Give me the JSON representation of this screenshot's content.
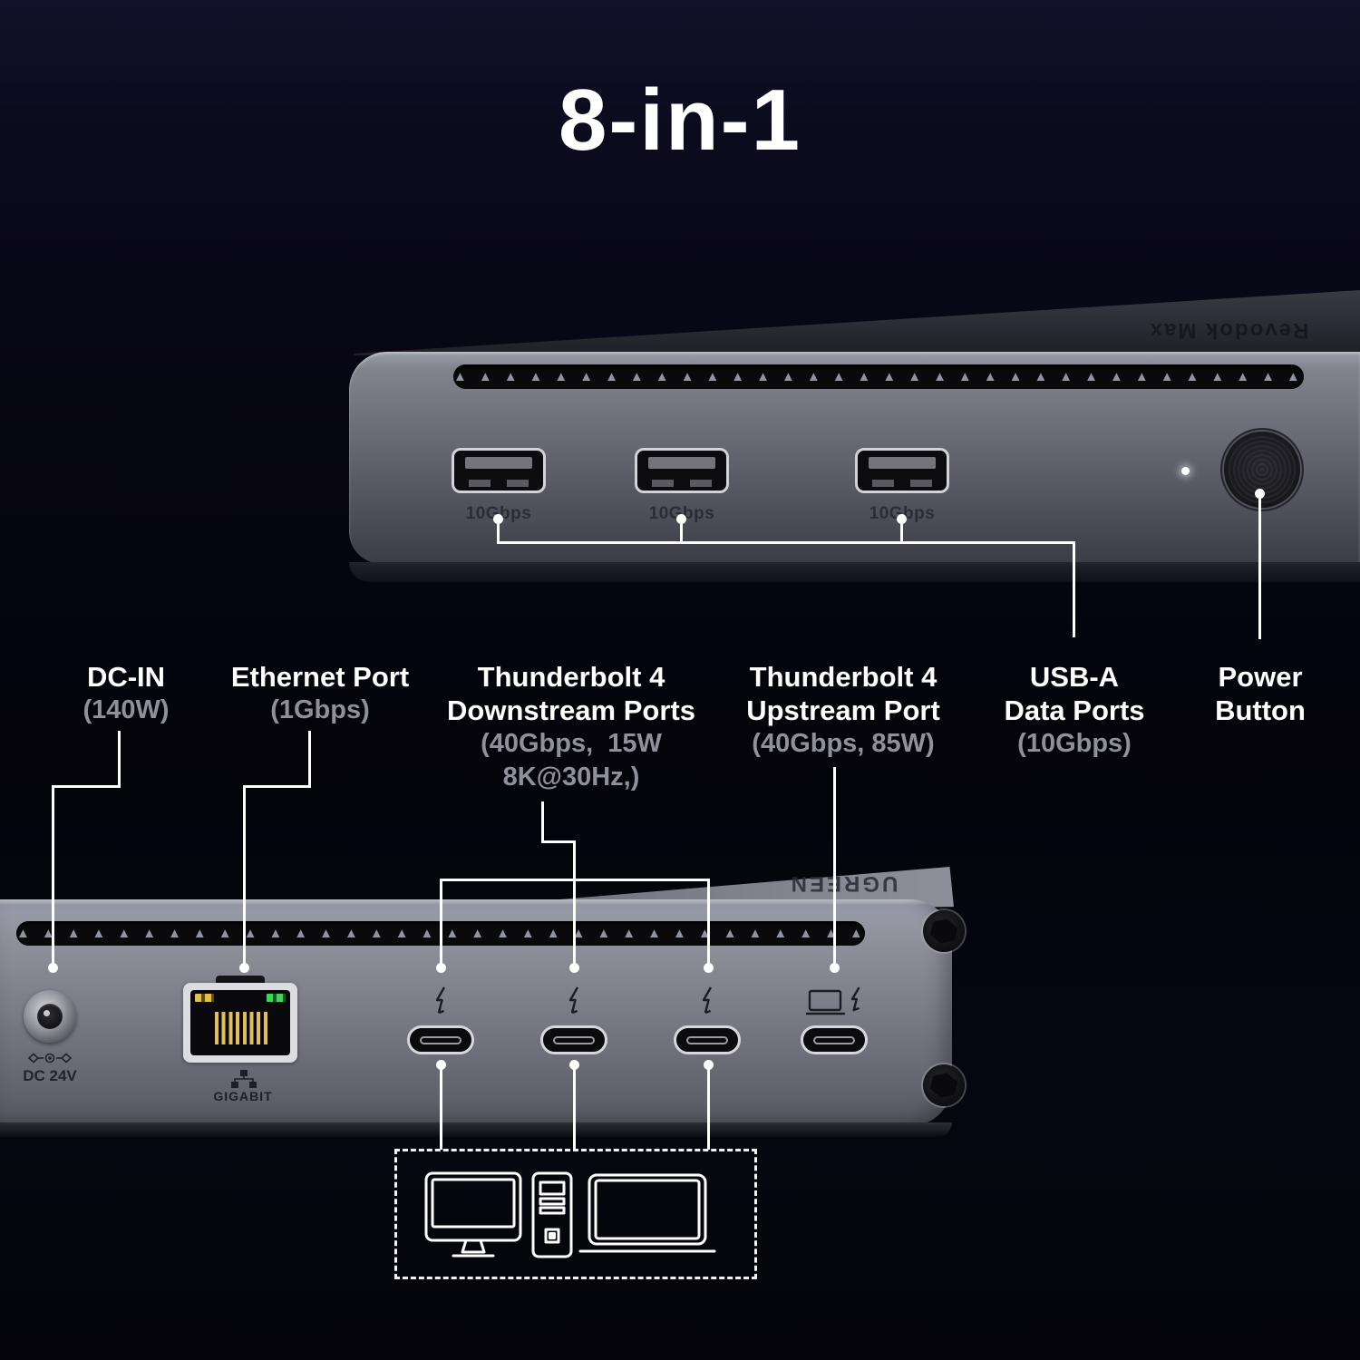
{
  "title": "8-in-1",
  "top_dock": {
    "engraving": "Revodok Max",
    "usb_ports": [
      {
        "label": "10Gbps"
      },
      {
        "label": "10Gbps"
      },
      {
        "label": "10Gbps"
      }
    ]
  },
  "bottom_dock": {
    "engraving": "UGREEN",
    "dc_port_label": "DC 24V",
    "ethernet_label": "GIGABIT"
  },
  "callouts": {
    "dc": {
      "title": "DC-IN",
      "spec": "(140W)"
    },
    "ethernet": {
      "title": "Ethernet Port",
      "spec": "(1Gbps)"
    },
    "tb_down": {
      "title": "Thunderbolt 4",
      "subtitle": "Downstream Ports",
      "spec1": "(40Gbps,  15W",
      "spec2": "8K@30Hz,)"
    },
    "tb_up": {
      "title": "Thunderbolt 4",
      "subtitle": "Upstream Port",
      "spec": "(40Gbps, 85W)"
    },
    "usba": {
      "title": "USB-A",
      "subtitle": "Data Ports",
      "spec": "(10Gbps)"
    },
    "power": {
      "title": "Power",
      "subtitle": "Button"
    }
  },
  "icons": {
    "thunderbolt": "thunderbolt-bolt-arrow",
    "upstream": "laptop-with-bolt",
    "connect_devices": [
      "monitor",
      "desktop-tower",
      "laptop"
    ]
  },
  "colors": {
    "background_top": "#12112a",
    "background_mid": "#04040a",
    "dock_gray": "#8b8b95",
    "leader_line": "#ffffff",
    "spec_text_gray": "#90909a",
    "ethernet_led_yellow": "#e4c04a",
    "ethernet_led_green": "#43d457",
    "pin_gold": "#e0bd60",
    "led_white": "#ffffff"
  }
}
